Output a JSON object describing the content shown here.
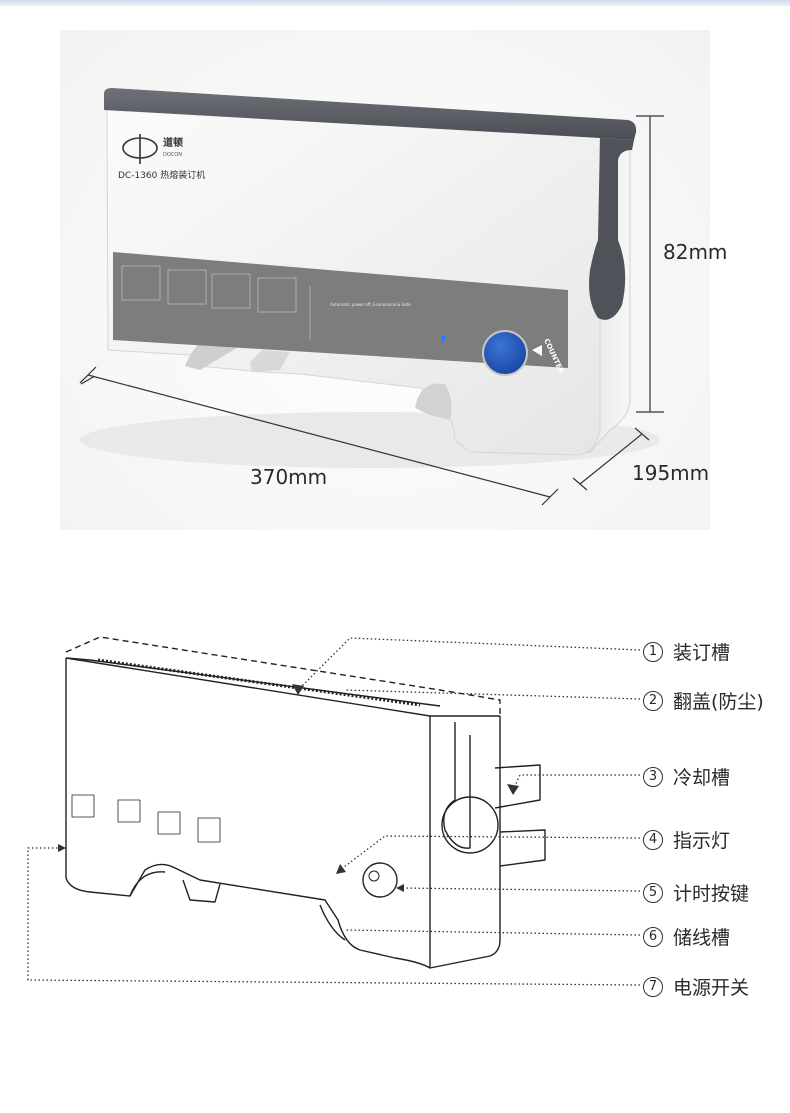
{
  "photo": {
    "brand_cn": "道顿",
    "brand_en": "DOCON",
    "model_line": "DC-1360  热熔装订机",
    "counter_label": "COUNTER",
    "panel_caption": "Automatic power off, Economical & Safe"
  },
  "dimensions": {
    "width": "370mm",
    "depth": "195mm",
    "height": "82mm"
  },
  "callouts": [
    {
      "num": "1",
      "label": "装订槽"
    },
    {
      "num": "2",
      "label": "翻盖(防尘)"
    },
    {
      "num": "3",
      "label": "冷却槽"
    },
    {
      "num": "4",
      "label": "指示灯"
    },
    {
      "num": "5",
      "label": "计时按键"
    },
    {
      "num": "6",
      "label": "储线槽"
    },
    {
      "num": "7",
      "label": "电源开关"
    }
  ],
  "colors": {
    "lid": "#5a5d63",
    "body": "#f4f4f4",
    "panel": "#7b7b7b",
    "button": "#1f55b8"
  }
}
